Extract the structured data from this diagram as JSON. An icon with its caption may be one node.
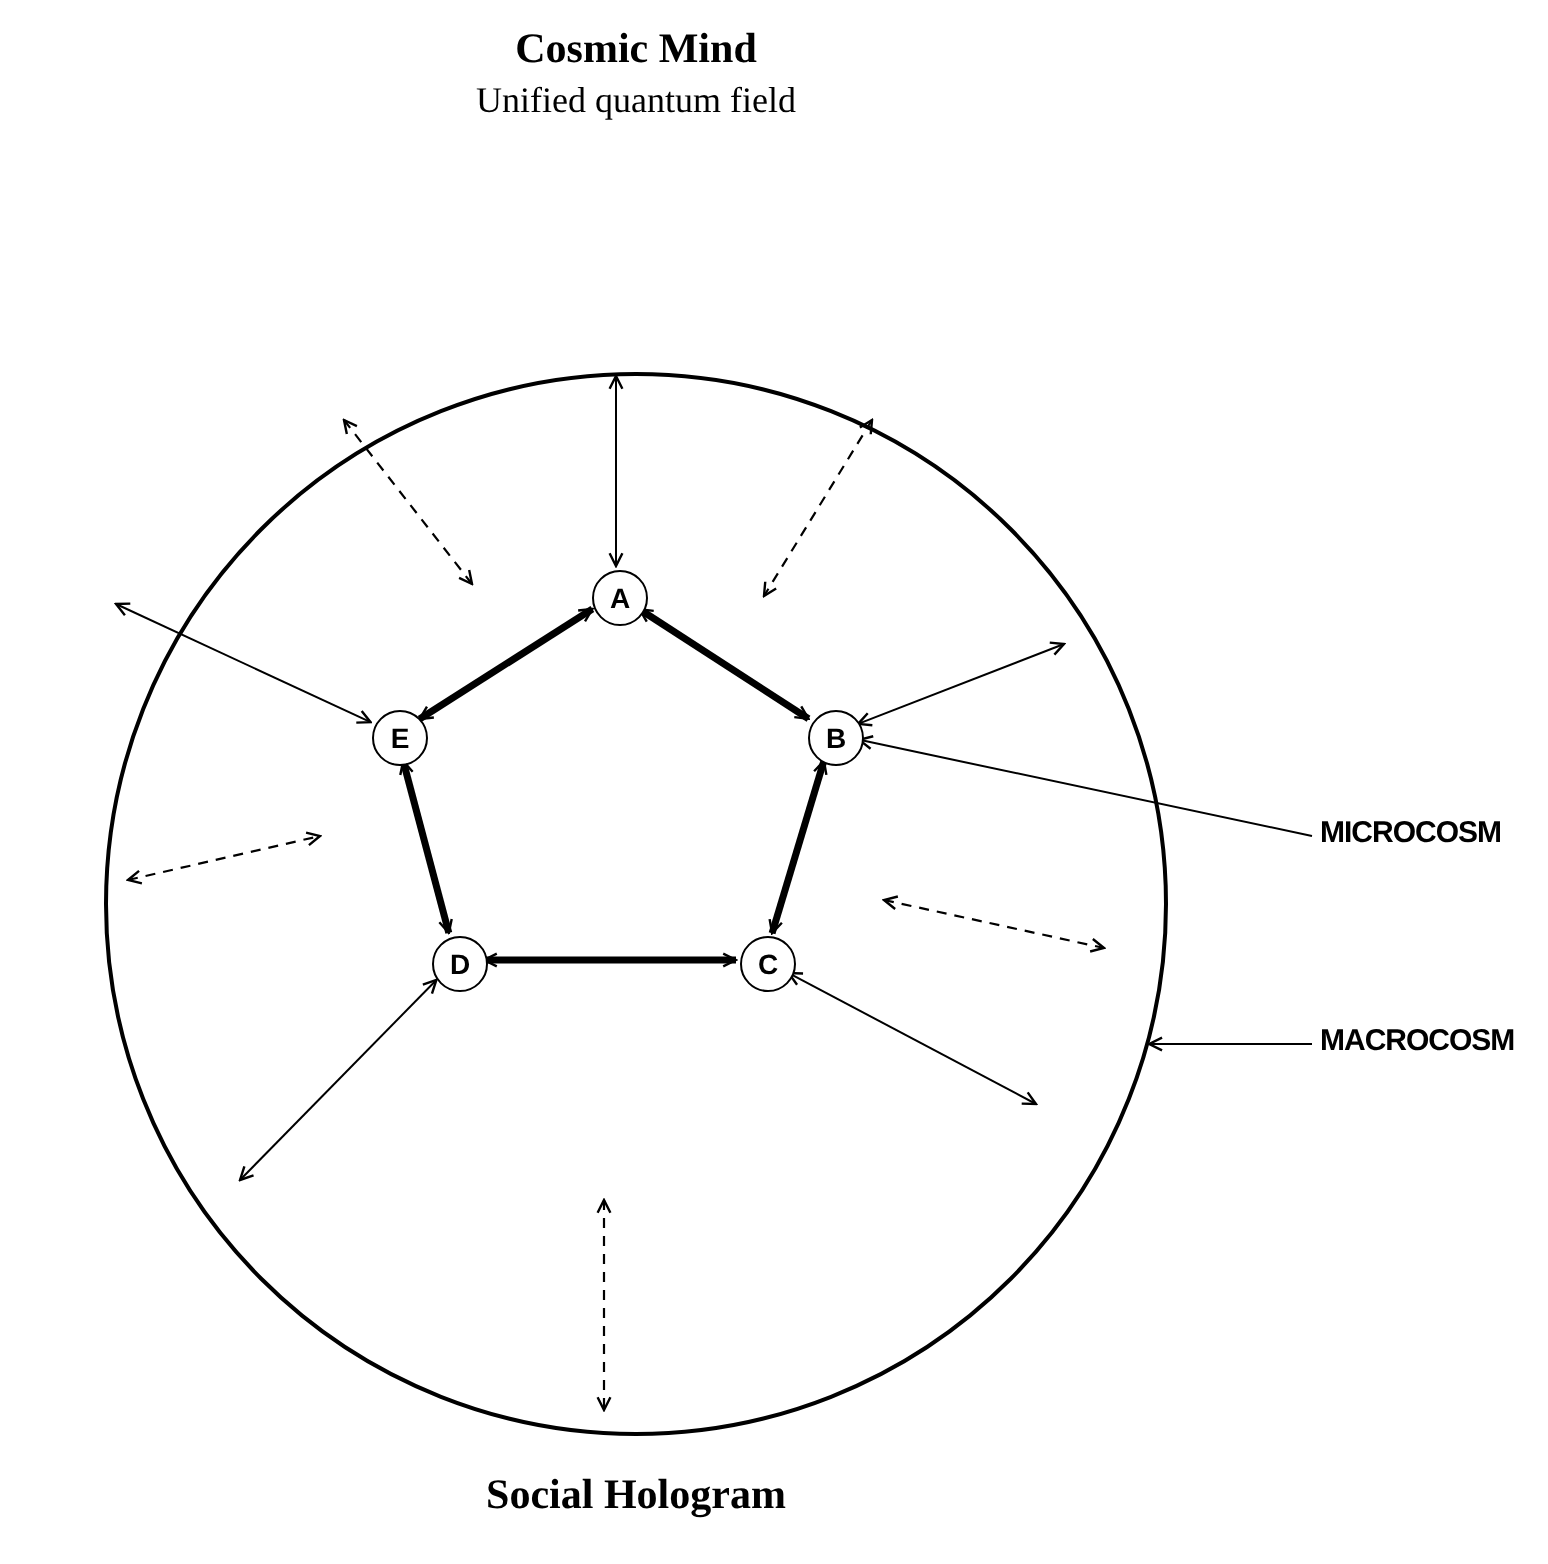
{
  "diagram": {
    "title": "Cosmic Mind",
    "caption": "Social Hologram",
    "nodes": [
      {
        "text": [],
        "shape": "circle"
      },
      {
        "text": [
          "A"
        ],
        "in": 0
      },
      {
        "text": [
          "B"
        ],
        "in": 0
      },
      {
        "text": [
          "C"
        ],
        "in": 0
      },
      {
        "text": [
          "D"
        ],
        "in": 0
      },
      {
        "text": [
          "E"
        ],
        "in": 0
      },
      {
        "text": [
          "MICROCOSM"
        ]
      },
      {
        "text": [
          "MACROCOSM"
        ]
      }
    ],
    "edges": [
      {
        "from": 1,
        "to": 2,
        "arrow": "both",
        "style": "thick"
      },
      {
        "from": 2,
        "to": 3,
        "arrow": "both",
        "style": "thick"
      },
      {
        "from": 4,
        "to": 3,
        "arrow": "both",
        "style": "thick"
      },
      {
        "from": 5,
        "to": 4,
        "arrow": "both",
        "style": "thick"
      },
      {
        "from": 1,
        "to": 5,
        "arrow": "both",
        "style": "thick"
      },
      {
        "from": null,
        "to": 1,
        "arrow": "both"
      },
      {
        "from": null,
        "to": 2,
        "arrow": "both"
      },
      {
        "from": null,
        "to": 3,
        "arrow": "both"
      },
      {
        "from": null,
        "to": 4,
        "arrow": "both"
      },
      {
        "from": null,
        "to": 5,
        "arrow": "both"
      },
      {
        "from": 6,
        "to": 2,
        "arrow": "to"
      },
      {
        "from": 7,
        "to": 0,
        "arrow": "to"
      }
    ],
    "labels": [
      "Unified quantum field"
    ]
  }
}
